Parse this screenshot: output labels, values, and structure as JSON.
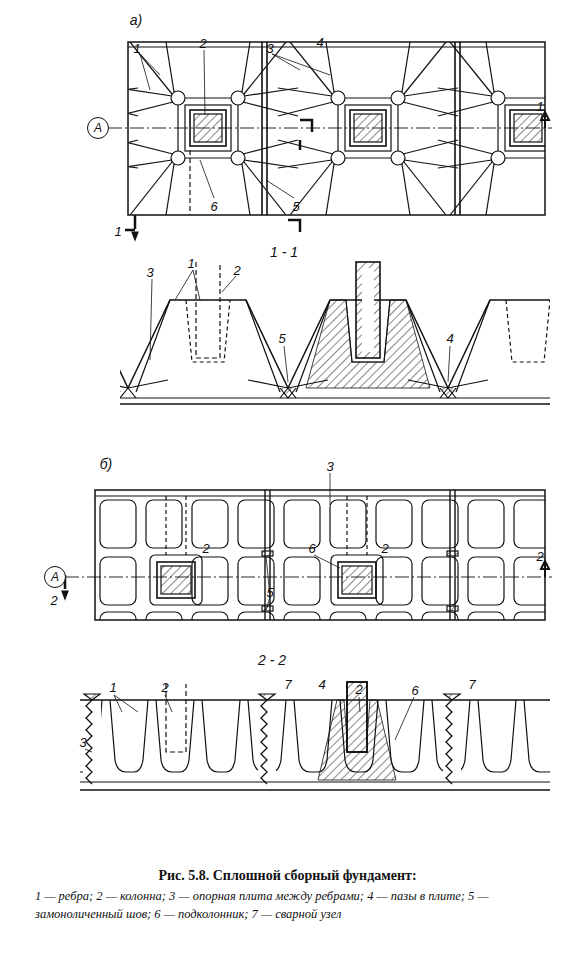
{
  "diagram": {
    "caption": "Рис. 5.8. Сплошной сборный фундамент:",
    "nodes": [
      {
        "text": [
          "А"
        ]
      },
      {
        "text": [
          "А"
        ]
      }
    ],
    "labels": [
      "а)",
      "1",
      "2",
      "3",
      "4",
      "1",
      "1",
      "6",
      "5",
      "1 - 1",
      "1",
      "2",
      "3",
      "5",
      "4",
      "б)",
      "3",
      "2",
      "6",
      "2",
      "5",
      "2",
      "2",
      "2 - 2",
      "1",
      "2",
      "7",
      "4",
      "6",
      "2",
      "7",
      "3",
      "1 — ребра; 2 — колонна; 3 — опорная плита между ребрами; 4 — пазы в плите; 5 — замоноличенный шов; 6 — подколонник; 7 — сварной узел"
    ]
  }
}
